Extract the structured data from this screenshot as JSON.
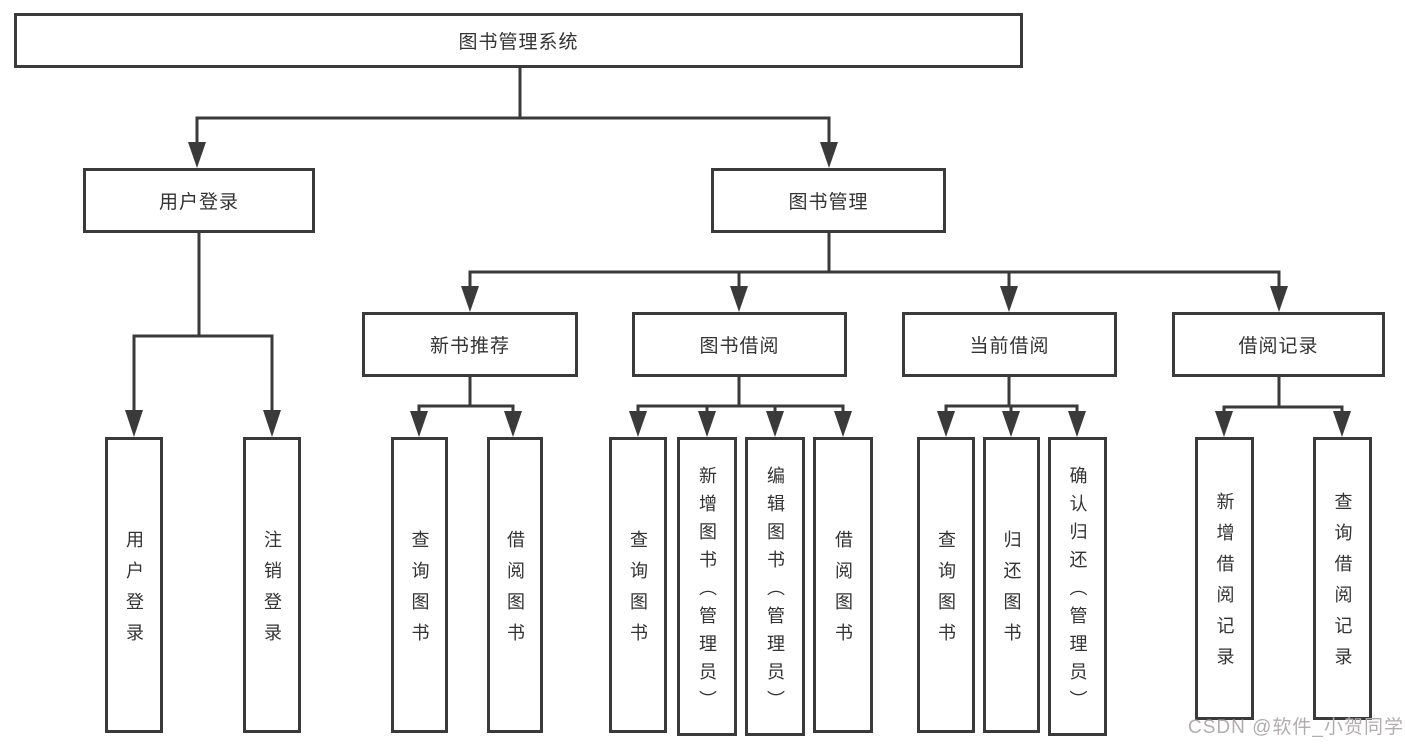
{
  "diagram_type": "functional-structure-tree",
  "colors": {
    "line": "#3a3a3a",
    "box_border": "#3a3a3a",
    "box_fill": "#ffffff",
    "text": "#333333",
    "watermark": "#b2adae",
    "background": "#ffffff"
  },
  "tree": {
    "label": "图书管理系统",
    "children": [
      {
        "label": "用户登录",
        "children": [
          {
            "label": "用户登录"
          },
          {
            "label": "注销登录"
          }
        ]
      },
      {
        "label": "图书管理",
        "children": [
          {
            "label": "新书推荐",
            "children": [
              {
                "label": "查询图书"
              },
              {
                "label": "借阅图书"
              }
            ]
          },
          {
            "label": "图书借阅",
            "children": [
              {
                "label": "查询图书"
              },
              {
                "label": "新增图书（管理员）"
              },
              {
                "label": "编辑图书（管理员）"
              },
              {
                "label": "借阅图书"
              }
            ]
          },
          {
            "label": "当前借阅",
            "children": [
              {
                "label": "查询图书"
              },
              {
                "label": "归还图书"
              },
              {
                "label": "确认归还（管理员）"
              }
            ]
          },
          {
            "label": "借阅记录",
            "children": [
              {
                "label": "新增借阅记录"
              },
              {
                "label": "查询借阅记录"
              }
            ]
          }
        ]
      }
    ]
  },
  "watermark": {
    "text": "CSDN @软件_小贺同学"
  }
}
